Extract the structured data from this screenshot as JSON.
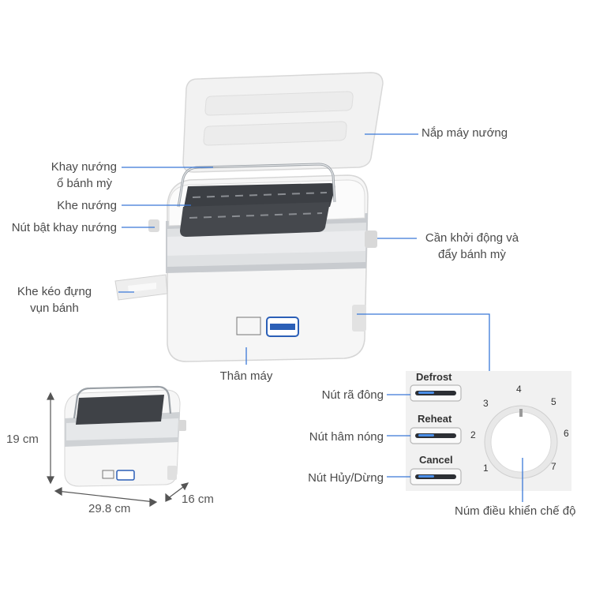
{
  "callouts": {
    "lid": "Nắp máy nướng",
    "bread_basket_line1": "Khay nướng",
    "bread_basket_line2": "ổ bánh mỳ",
    "slot": "Khe nướng",
    "basket_release": "Nút bật khay nướng",
    "lever_line1": "Cần khởi động và",
    "lever_line2": "đẩy bánh mỳ",
    "crumb_tray_line1": "Khe kéo đựng",
    "crumb_tray_line2": "vụn bánh",
    "body": "Thân máy",
    "defrost_btn": "Nút rã đông",
    "reheat_btn": "Nút hâm nóng",
    "cancel_btn": "Nút Hủy/Dừng",
    "knob": "Núm điều khiển chế độ"
  },
  "panel": {
    "defrost": "Defrost",
    "reheat": "Reheat",
    "cancel": "Cancel",
    "dial_numbers": [
      "1",
      "2",
      "3",
      "4",
      "5",
      "6",
      "7"
    ]
  },
  "dimensions": {
    "height": "19 cm",
    "width": "29.8 cm",
    "depth": "16 cm"
  },
  "colors": {
    "line": "#3a78d8",
    "body": "#f4f4f4",
    "chrome": "#b8bcc0"
  }
}
